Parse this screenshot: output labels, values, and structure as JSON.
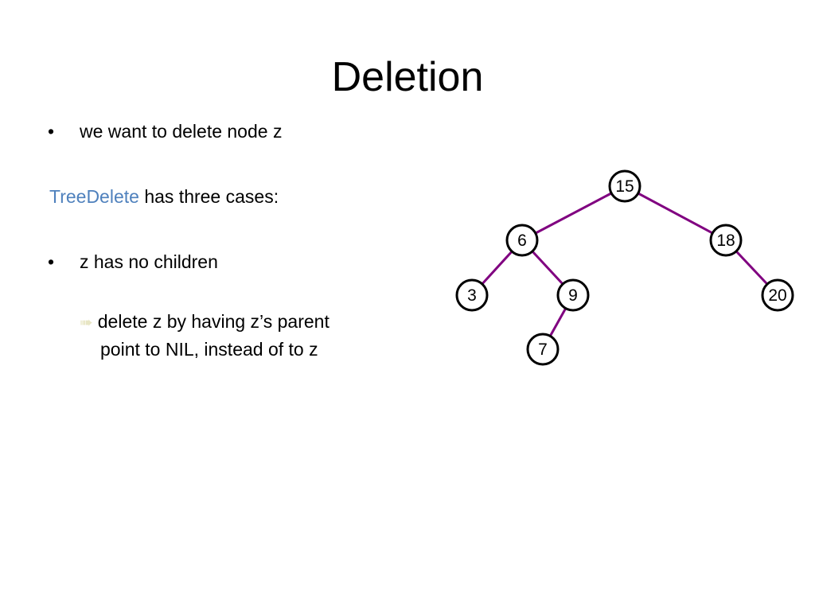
{
  "slide": {
    "title": "Deletion",
    "bullet_symbol": "•",
    "bullet1": "we want to delete node z",
    "intro_keyword": "TreeDelete",
    "intro_rest": " has three cases:",
    "bullet2": "z has no children",
    "sub_bullet_icon": "right-arrow-icon",
    "sub_line1": "delete z by having z’s parent",
    "sub_line2": "point to NIL, instead of to z",
    "colors": {
      "accent": "#4f81bd",
      "edge": "#800080",
      "arrow": "#e8e6c4"
    }
  },
  "tree": {
    "nodes": [
      {
        "id": "n15",
        "label": "15"
      },
      {
        "id": "n6",
        "label": "6"
      },
      {
        "id": "n18",
        "label": "18"
      },
      {
        "id": "n3",
        "label": "3"
      },
      {
        "id": "n9",
        "label": "9"
      },
      {
        "id": "n20",
        "label": "20"
      },
      {
        "id": "n7",
        "label": "7"
      }
    ],
    "edges": [
      [
        "n15",
        "n6"
      ],
      [
        "n15",
        "n18"
      ],
      [
        "n6",
        "n3"
      ],
      [
        "n6",
        "n9"
      ],
      [
        "n18",
        "n20"
      ],
      [
        "n9",
        "n7"
      ]
    ]
  }
}
